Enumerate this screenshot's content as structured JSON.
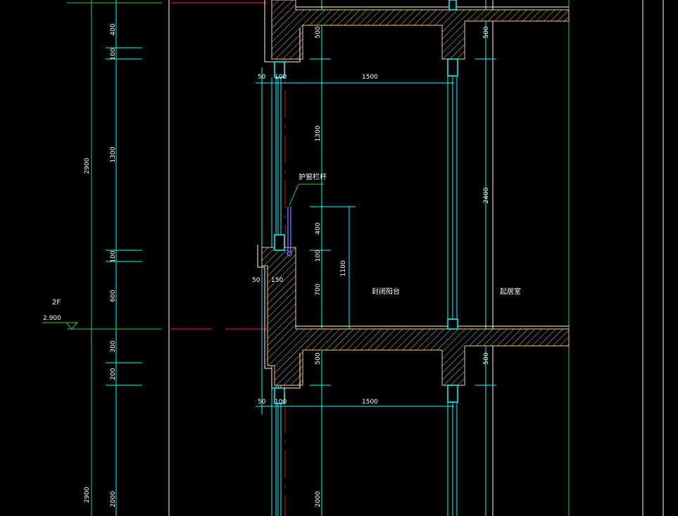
{
  "drawing": {
    "level_tag": "2F",
    "level_value": "2.900",
    "left_dims": {
      "d400": "400",
      "d100_top": "100",
      "d2900_top": "2900",
      "d1300": "1300",
      "d100_mid": "100",
      "d600": "600",
      "d300": "300",
      "d200": "200",
      "d2900_bottom": "2900",
      "d2000_left": "2000"
    },
    "center_dims": {
      "d50_top": "50",
      "d100_top": "100",
      "d1500_top": "1500",
      "d500_top": "500",
      "d1300": "1300",
      "d400": "400",
      "d100_mid": "100",
      "d700": "700",
      "d1100": "1100",
      "d50_mid": "50",
      "d150": "150",
      "d500_bottom": "500",
      "d50_bottom": "50",
      "d100_bottom": "100",
      "d1500_bottom": "1500",
      "d2000": "2000"
    },
    "right_dims": {
      "d500_top": "500",
      "d2400": "2400",
      "d500_bottom": "500"
    },
    "labels": {
      "railing": "护窗栏杆",
      "enclosed_balcony": "封闭阳台",
      "living_room": "起居室"
    }
  }
}
